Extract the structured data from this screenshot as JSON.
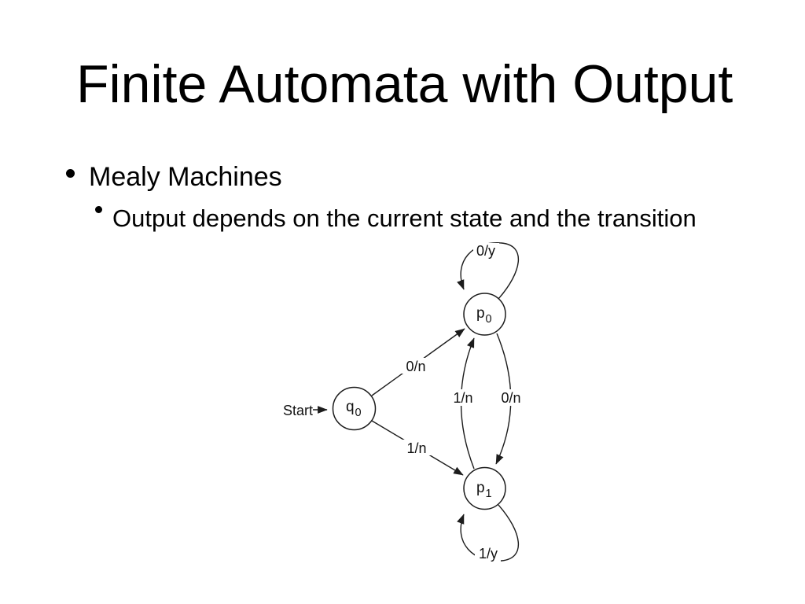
{
  "slide": {
    "title": "Finite Automata with Output",
    "bullets": [
      {
        "level": 1,
        "text": "Mealy Machines"
      },
      {
        "level": 2,
        "text": "Output depends on the current state and the transition"
      }
    ]
  },
  "diagram": {
    "start_label": "Start",
    "states": [
      {
        "id": "q0",
        "letter": "q",
        "subscript": "0"
      },
      {
        "id": "p0",
        "letter": "p",
        "subscript": "0"
      },
      {
        "id": "p1",
        "letter": "p",
        "subscript": "1"
      }
    ],
    "transitions": [
      {
        "from": "q0",
        "to": "p0",
        "label": "0/n"
      },
      {
        "from": "q0",
        "to": "p1",
        "label": "1/n"
      },
      {
        "from": "p1",
        "to": "p0",
        "label": "1/n"
      },
      {
        "from": "p0",
        "to": "p1",
        "label": "0/n"
      },
      {
        "from": "p0",
        "to": "p0",
        "label": "0/y"
      },
      {
        "from": "p1",
        "to": "p1",
        "label": "1/y"
      }
    ]
  },
  "colors": {
    "background": "#ffffff",
    "text": "#000000",
    "line": "#1c1c1c"
  }
}
